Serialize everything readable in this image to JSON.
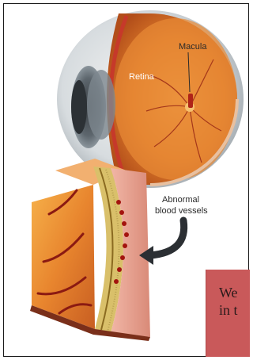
{
  "labels": {
    "macula": "Macula",
    "retina": "Retina",
    "abnormal_line1": "Abnormal",
    "abnormal_line2": "blood vessels"
  },
  "note": {
    "line1": "We",
    "line2": "in t"
  },
  "colors": {
    "note_bg": "#c9595a",
    "retina": "#d98a3a",
    "vessel": "#8b1a12"
  }
}
